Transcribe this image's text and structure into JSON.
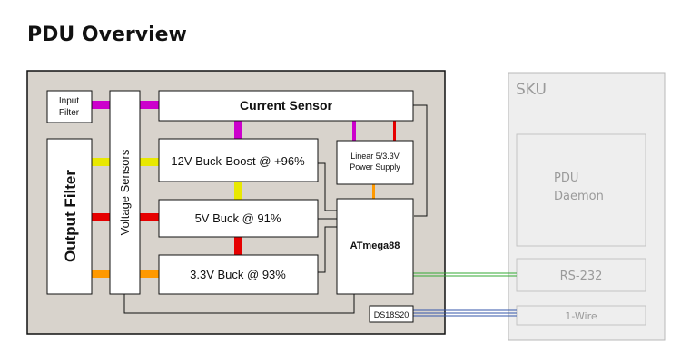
{
  "title": "PDU Overview",
  "pdu": {
    "input_filter": [
      "Input",
      "Filter"
    ],
    "output_filter": "Output Filter",
    "voltage_sensors": "Voltage Sensors",
    "current_sensor": "Current Sensor",
    "buck_boost_12v": "12V Buck-Boost @ +96%",
    "buck_5v": "5V Buck @ 91%",
    "buck_3v3": "3.3V Buck @ 93%",
    "linear_supply": [
      "Linear 5/3.3V",
      "Power Supply"
    ],
    "mcu": "ATmega88",
    "temp_sensor": "DS18S20"
  },
  "sku": {
    "title": "SKU",
    "daemon": [
      "PDU",
      "Daemon"
    ],
    "rs232": "RS-232",
    "one_wire": "1-Wire"
  },
  "colors": {
    "board_fill": "#d8d3cc",
    "sku_fill": "#eeeeee",
    "sku_border": "#b8b8b8",
    "rail_12v": "#e8e800",
    "rail_5v": "#e60000",
    "rail_3v3": "#ff9900",
    "input_rail": "#cc00cc",
    "serial_link": "#33aa33",
    "onewire_link": "#3355aa"
  }
}
